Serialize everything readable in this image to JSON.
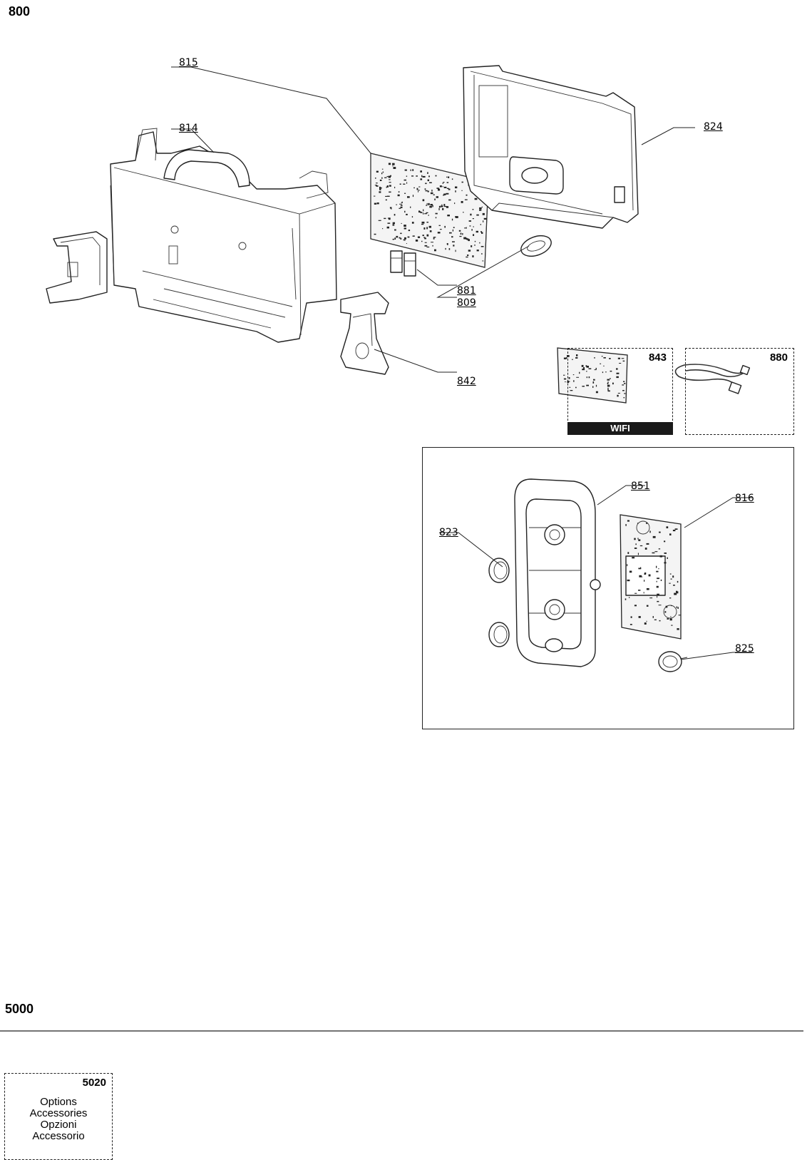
{
  "sections": {
    "top": "800",
    "bottom": "5000"
  },
  "callouts": {
    "c815": "815",
    "c814": "814",
    "c824": "824",
    "c881": "881",
    "c809": "809",
    "c842": "842",
    "c851": "851",
    "c816": "816",
    "c823": "823",
    "c825": "825"
  },
  "option_boxes": {
    "b843": {
      "code": "843",
      "banner": "WIFI"
    },
    "b880": {
      "code": "880"
    }
  },
  "accessory_box": {
    "code": "5020",
    "lines": [
      "Options",
      "Accessories",
      "Opzioni",
      "Accessorio"
    ]
  }
}
